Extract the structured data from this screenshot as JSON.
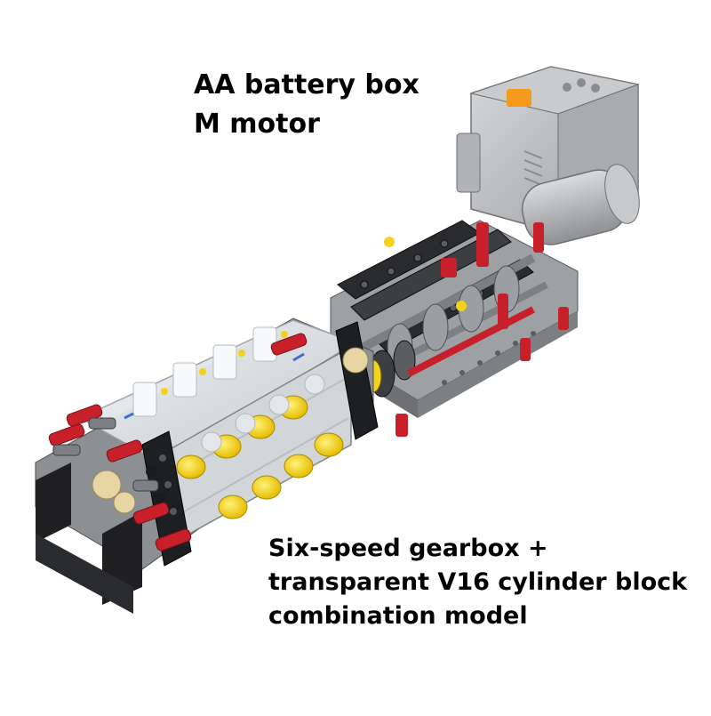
{
  "labels": {
    "power": [
      "AA battery box",
      "M motor"
    ],
    "model": [
      "Six-speed gearbox +",
      "transparent V16 cylinder block",
      "combination model"
    ]
  },
  "colors": {
    "background": "#ffffff",
    "text": "#000000",
    "technic_gray": "#b7b9bb",
    "dark_gray": "#3c3e42",
    "black": "#1b1b1d",
    "red": "#c8202a",
    "yellow": "#f4d21c",
    "orange": "#f59a1c",
    "transparent_clear": "#e8ecef"
  }
}
